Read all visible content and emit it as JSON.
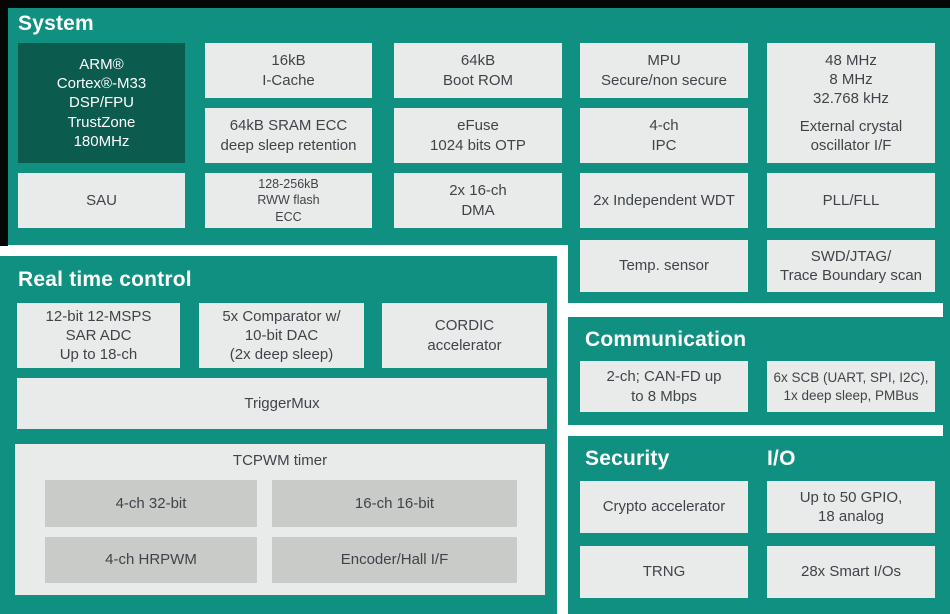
{
  "colors": {
    "teal": "#0f9080",
    "dark": "#0b5b4f",
    "block": "#e9ebea",
    "cell": "#c9cbc9",
    "text": "#3e4449",
    "black": "#060606",
    "heading": "#ffffff"
  },
  "system": {
    "title": "System",
    "blocks": {
      "arm": {
        "lines": [
          "ARM®",
          "Cortex®-M33",
          "DSP/FPU",
          "TrustZone",
          "180MHz"
        ]
      },
      "icache": {
        "lines": [
          "16kB",
          "I-Cache"
        ]
      },
      "bootrom": {
        "lines": [
          "64kB",
          "Boot ROM"
        ]
      },
      "mpu": {
        "lines": [
          "MPU",
          "Secure/non secure"
        ]
      },
      "clocks": {
        "freqs": [
          "48 MHz",
          "8 MHz",
          "32.768 kHz"
        ],
        "iface": [
          "External crystal",
          "oscillator I/F"
        ]
      },
      "sram": {
        "lines": [
          "64kB SRAM ECC",
          "deep sleep retention"
        ]
      },
      "efuse": {
        "lines": [
          "eFuse",
          "1024 bits OTP"
        ]
      },
      "ipc": {
        "lines": [
          "4-ch",
          "IPC"
        ]
      },
      "sau": {
        "lines": [
          "SAU"
        ]
      },
      "flash": {
        "lines": [
          "128-256kB",
          "RWW flash",
          "ECC"
        ]
      },
      "dma": {
        "lines": [
          "2x 16-ch",
          "DMA"
        ]
      },
      "wdt": {
        "lines": [
          "2x Independent WDT"
        ]
      },
      "pll": {
        "lines": [
          "PLL/FLL"
        ]
      },
      "temp": {
        "lines": [
          "Temp. sensor"
        ]
      },
      "swd": {
        "lines": [
          "SWD/JTAG/",
          "Trace Boundary scan"
        ]
      }
    }
  },
  "realtime": {
    "title": "Real time control",
    "blocks": {
      "adc": {
        "lines": [
          "12-bit 12-MSPS",
          "SAR ADC",
          "Up to 18-ch"
        ]
      },
      "comparator": {
        "lines": [
          "5x Comparator w/",
          "10-bit DAC",
          "(2x deep sleep)"
        ]
      },
      "cordic": {
        "lines": [
          "CORDIC",
          "accelerator"
        ]
      },
      "triggermux": {
        "lines": [
          "TriggerMux"
        ]
      },
      "tcpwm": {
        "title": "TCPWM timer",
        "cells": [
          "4-ch 32-bit",
          "16-ch 16-bit",
          "4-ch HRPWM",
          "Encoder/Hall I/F"
        ]
      }
    }
  },
  "communication": {
    "title": "Communication",
    "blocks": {
      "canfd": {
        "lines": [
          "2-ch; CAN-FD up",
          "to 8 Mbps"
        ]
      },
      "scb": {
        "lines": [
          "6x SCB (UART, SPI, I2C),",
          "1x deep sleep, PMBus"
        ]
      }
    }
  },
  "security": {
    "title": "Security",
    "blocks": {
      "crypto": {
        "lines": [
          "Crypto accelerator"
        ]
      },
      "trng": {
        "lines": [
          "TRNG"
        ]
      }
    }
  },
  "io": {
    "title": "I/O",
    "blocks": {
      "gpio": {
        "lines": [
          "Up to 50 GPIO,",
          "18 analog"
        ]
      },
      "smartio": {
        "lines": [
          "28x Smart I/Os"
        ]
      }
    }
  }
}
